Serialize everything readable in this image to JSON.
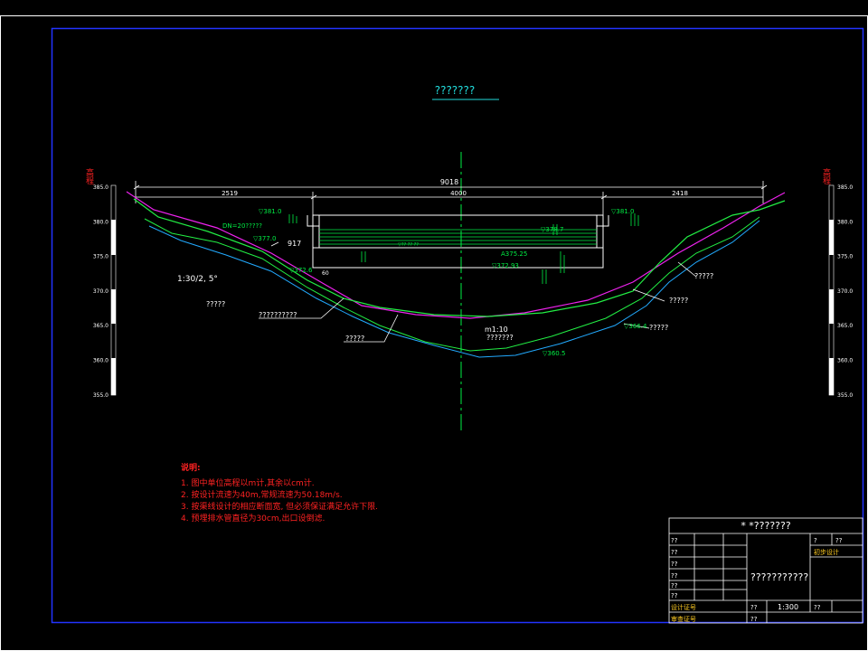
{
  "title": "???????",
  "dim_total": "9018",
  "dim_left": "2519",
  "dim_mid": "4000",
  "dim_right": "2418",
  "left_scale_label": "高程",
  "right_scale_label": "高程",
  "scale_ticks": [
    "385.0",
    "380.0",
    "375.0",
    "370.0",
    "365.0",
    "360.0",
    "355.0"
  ],
  "labels": {
    "left_top_elev": "▽381.0",
    "right_top_elev": "▽381.0",
    "dn_pipe": "DN=20?????",
    "left_elev_377": "▽377.0",
    "dim_917": "917",
    "left_elev_372": "▽372.6",
    "dim_60": "60",
    "deck_elev": "▽378.7",
    "deck_text_mid": "▽??  ?? ??",
    "a_label": "A375.25",
    "elev_37293": "▽372.93",
    "side_rate": "1:30/2, 5°",
    "left_note1": "?????",
    "left_callout": "??????????",
    "left_callout2": "?????",
    "center_flow": "m1:10",
    "center_note": "???????",
    "right_callout1": "?????",
    "right_callout2": "?????",
    "right_elev_366": "▽366.4",
    "right_note": "?????",
    "bottom_elev": "▽360.5"
  },
  "notes": {
    "heading": "说明:",
    "items": [
      "1.  图中单位高程以m计,其余以cm计.",
      "2.  按设计流速为40m,常规流速为50.18m/s.",
      "3.  按渠线设计的相应断面宽, 但必须保证满足允许下限.",
      "4.  预埋排水管直径为30cm,出口设倒滤."
    ]
  },
  "title_block": {
    "header": "*  *???????",
    "rows_left": [
      "??",
      "??",
      "??",
      "??",
      "??",
      "??"
    ],
    "design_stage": "初步设计",
    "top_right_a": "?",
    "top_right_b": "?",
    "top_right_c": "??",
    "drawing_name": "???????????",
    "row_design_no": "设计证号",
    "row_review_no": "审查证号",
    "scale_label": "??",
    "scale_value": "1:300",
    "date_label": "??",
    "sheet_label": "??"
  }
}
